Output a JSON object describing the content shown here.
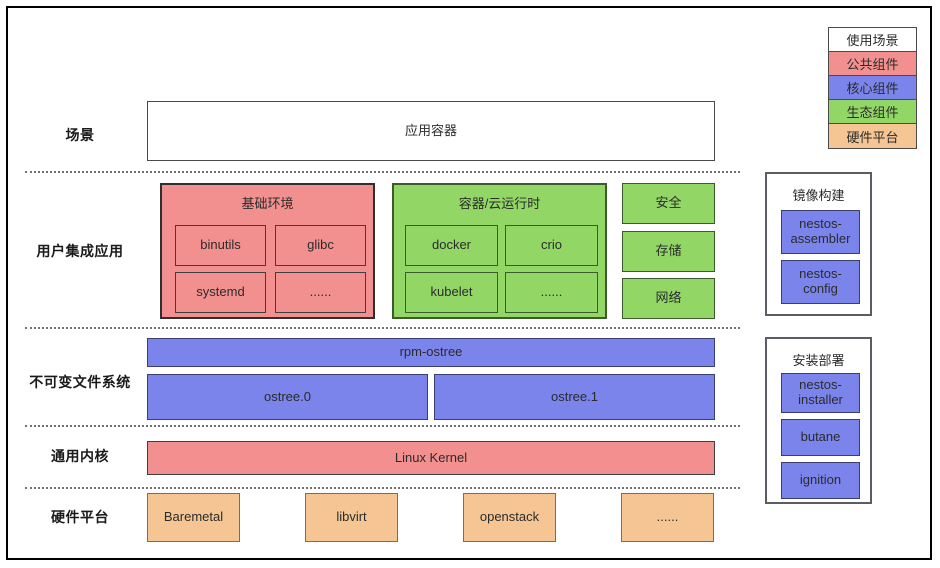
{
  "legend": {
    "title": "使用场景",
    "items": [
      {
        "label": "公共组件",
        "color": "#f2908f"
      },
      {
        "label": "核心组件",
        "color": "#7b84ea"
      },
      {
        "label": "生态组件",
        "color": "#92d765"
      },
      {
        "label": "硬件平台",
        "color": "#f5c693"
      }
    ]
  },
  "rows": {
    "scenario": {
      "label": "场景",
      "box": "应用容器"
    },
    "userapps": {
      "label": "用户集成应用",
      "base_group": {
        "title": "基础环境",
        "items": [
          "binutils",
          "glibc",
          "systemd",
          "......"
        ]
      },
      "runtime_group": {
        "title": "容器/云运行时",
        "items": [
          "docker",
          "crio",
          "kubelet",
          "......"
        ]
      },
      "side_items": [
        "安全",
        "存储",
        "网络"
      ]
    },
    "filesystem": {
      "label": "不可变文件系统",
      "top": "rpm-ostree",
      "branches": [
        "ostree.0",
        "ostree.1"
      ]
    },
    "kernel": {
      "label": "通用内核",
      "box": "Linux Kernel"
    },
    "hardware": {
      "label": "硬件平台",
      "items": [
        "Baremetal",
        "libvirt",
        "openstack",
        "......"
      ]
    }
  },
  "panels": [
    {
      "title": "镜像构建",
      "items": [
        "nestos-\nassembler",
        "nestos-\nconfig"
      ]
    },
    {
      "title": "安装部署",
      "items": [
        "nestos-\ninstaller",
        "butane",
        "ignition"
      ]
    }
  ]
}
